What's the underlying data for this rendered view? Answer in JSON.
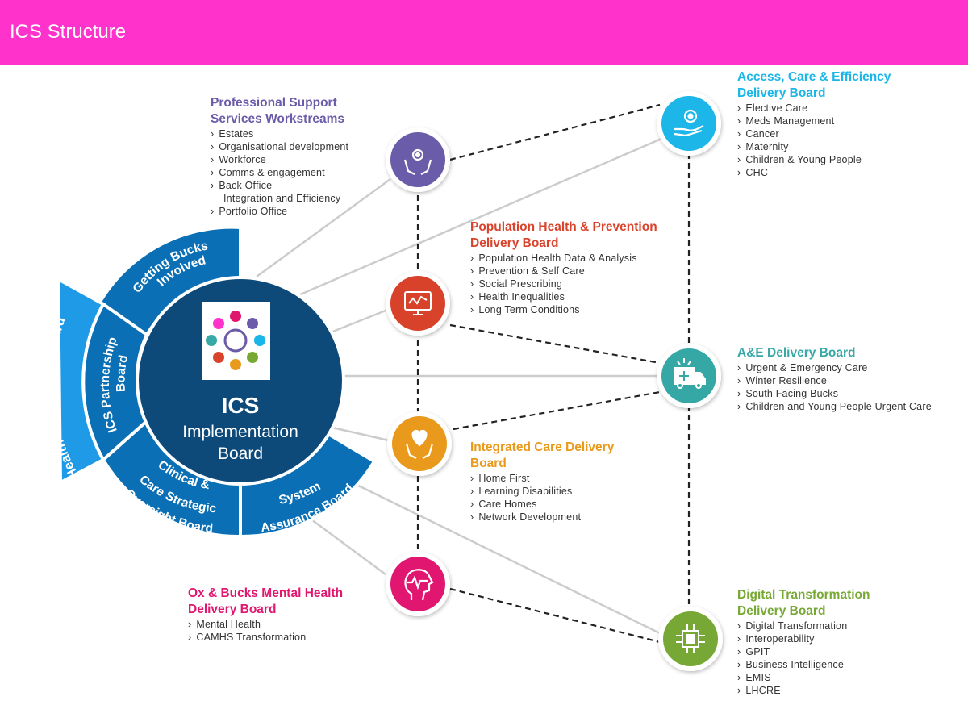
{
  "header": {
    "title": "ICS Structure"
  },
  "colors": {
    "header": "#ff33cc",
    "navy": "#0d4a7a",
    "mid_blue": "#0a6fb4",
    "light_blue": "#1e9ae6",
    "purple": "#6b5ba8",
    "red": "#d9432b",
    "orange": "#e99a1b",
    "magenta": "#e0176f",
    "cyan": "#1ab6e8",
    "teal": "#36a8a5",
    "green": "#77a834"
  },
  "center": {
    "line1": "ICS",
    "line2": "Implementation",
    "line3": "Board"
  },
  "rings": {
    "getting_bucks": [
      "Getting Bucks",
      "Involved"
    ],
    "partnership": [
      "ICS Partnership",
      "Board"
    ],
    "wellbeing": "Health & Wellbeing Board",
    "clinical": [
      "Clinical &",
      "Care Strategic",
      "Oversight Board"
    ],
    "assurance": [
      "System",
      "Assurance Board"
    ]
  },
  "icons": {
    "professional": "hands-gear-icon",
    "population": "monitor-health-icon",
    "integrated": "hands-heart-icon",
    "mental": "head-heartbeat-icon",
    "access": "hand-gear-icon",
    "ae": "ambulance-icon",
    "digital": "circuit-chip-icon"
  },
  "boards": {
    "professional": {
      "title": [
        "Professional Support",
        "Services Workstreams"
      ],
      "items": [
        "Estates",
        "Organisational development",
        "Workforce",
        "Comms & engagement",
        "Back Office"
      ],
      "items_cont": "Integration and Efficiency",
      "items_end": [
        "Portfolio Office"
      ]
    },
    "population": {
      "title": [
        "Population Health & Prevention",
        "Delivery Board"
      ],
      "items": [
        "Population Health Data & Analysis",
        "Prevention & Self Care",
        "Social Prescribing",
        "Health Inequalities",
        "Long Term Conditions"
      ]
    },
    "integrated": {
      "title": [
        "Integrated Care Delivery",
        "Board"
      ],
      "items": [
        "Home First",
        "Learning Disabilities",
        "Care Homes",
        "Network Development"
      ]
    },
    "mental": {
      "title": [
        "Ox & Bucks Mental Health",
        "Delivery Board"
      ],
      "items": [
        "Mental Health",
        "CAMHS Transformation"
      ]
    },
    "access": {
      "title": [
        "Access, Care & Efficiency",
        "Delivery Board"
      ],
      "items": [
        "Elective Care",
        "Meds Management",
        "Cancer",
        "Maternity",
        "Children & Young People",
        "CHC"
      ]
    },
    "ae": {
      "title": [
        "A&E Delivery Board"
      ],
      "items": [
        "Urgent & Emergency Care",
        "Winter Resilience",
        "South Facing Bucks",
        "Children and Young People Urgent Care"
      ]
    },
    "digital": {
      "title": [
        "Digital Transformation",
        "Delivery Board"
      ],
      "items": [
        "Digital Transformation",
        "Interoperability",
        "GPIT",
        "Business Intelligence",
        "EMIS",
        "LHCRE"
      ]
    }
  }
}
